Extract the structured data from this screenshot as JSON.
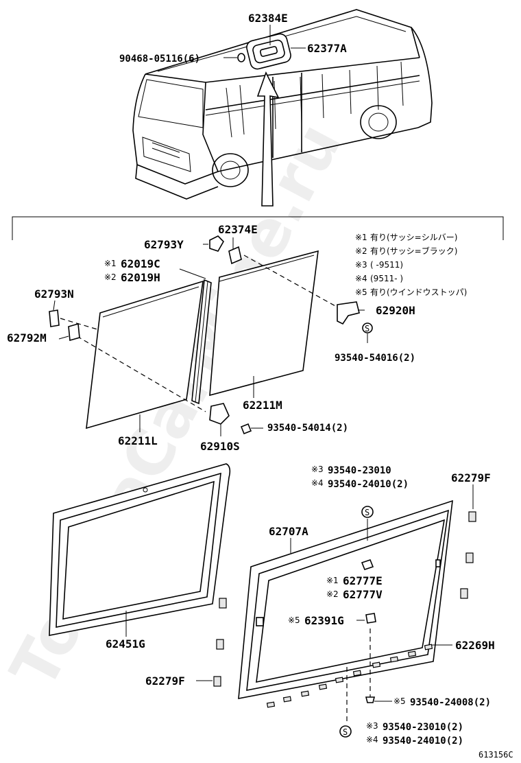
{
  "watermark": "ToyotaCarMine.ru",
  "diagram_code": "613156C",
  "notes": [
    {
      "mark": "※1",
      "text": "有り(サッシ=シルバー)"
    },
    {
      "mark": "※2",
      "text": "有り(サッシ=ブラック)"
    },
    {
      "mark": "※3",
      "text": "(        -9511)"
    },
    {
      "mark": "※4",
      "text": "(9511-        )"
    },
    {
      "mark": "※5",
      "text": "有り(ウインドウストッパ)"
    }
  ],
  "labels": {
    "p62384E": "62384E",
    "p62377A": "62377A",
    "p90468": "90468-05116(6)",
    "p62374E": "62374E",
    "p62793Y": "62793Y",
    "p62019C": "62019C",
    "p62019H": "62019H",
    "p62793N": "62793N",
    "p62792M": "62792M",
    "p62920H": "62920H",
    "p93540_54016": "93540-54016(2)",
    "p62211M": "62211M",
    "p93540_54014": "93540-54014(2)",
    "p62211L": "62211L",
    "p62910S": "62910S",
    "p93540_23010_top": "93540-23010",
    "p93540_24010_top": "93540-24010(2)",
    "p62279F_top": "62279F",
    "p62707A": "62707A",
    "p62777E": "62777E",
    "p62777V": "62777V",
    "p62391G": "62391G",
    "p62451G": "62451G",
    "p62269H": "62269H",
    "p62279F_bottom": "62279F",
    "p93540_24008": "93540-24008(2)",
    "p93540_23010_bottom": "93540-23010(2)",
    "p93540_24010_bottom": "93540-24010(2)"
  },
  "marks": {
    "m1": "※1",
    "m2": "※2",
    "m3": "※3",
    "m4": "※4",
    "m5": "※5",
    "s": "S"
  }
}
